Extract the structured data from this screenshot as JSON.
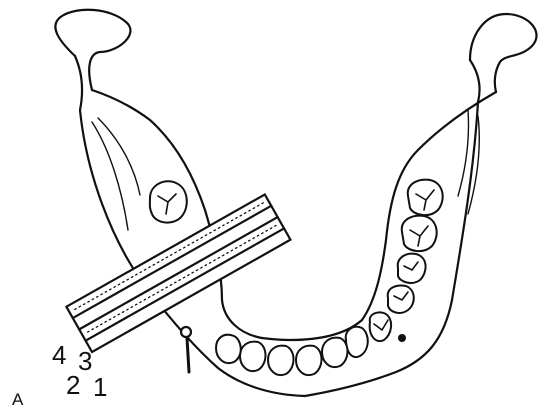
{
  "figure": {
    "panel_label": "A",
    "layer_numbers": [
      "1",
      "2",
      "3",
      "4"
    ]
  }
}
